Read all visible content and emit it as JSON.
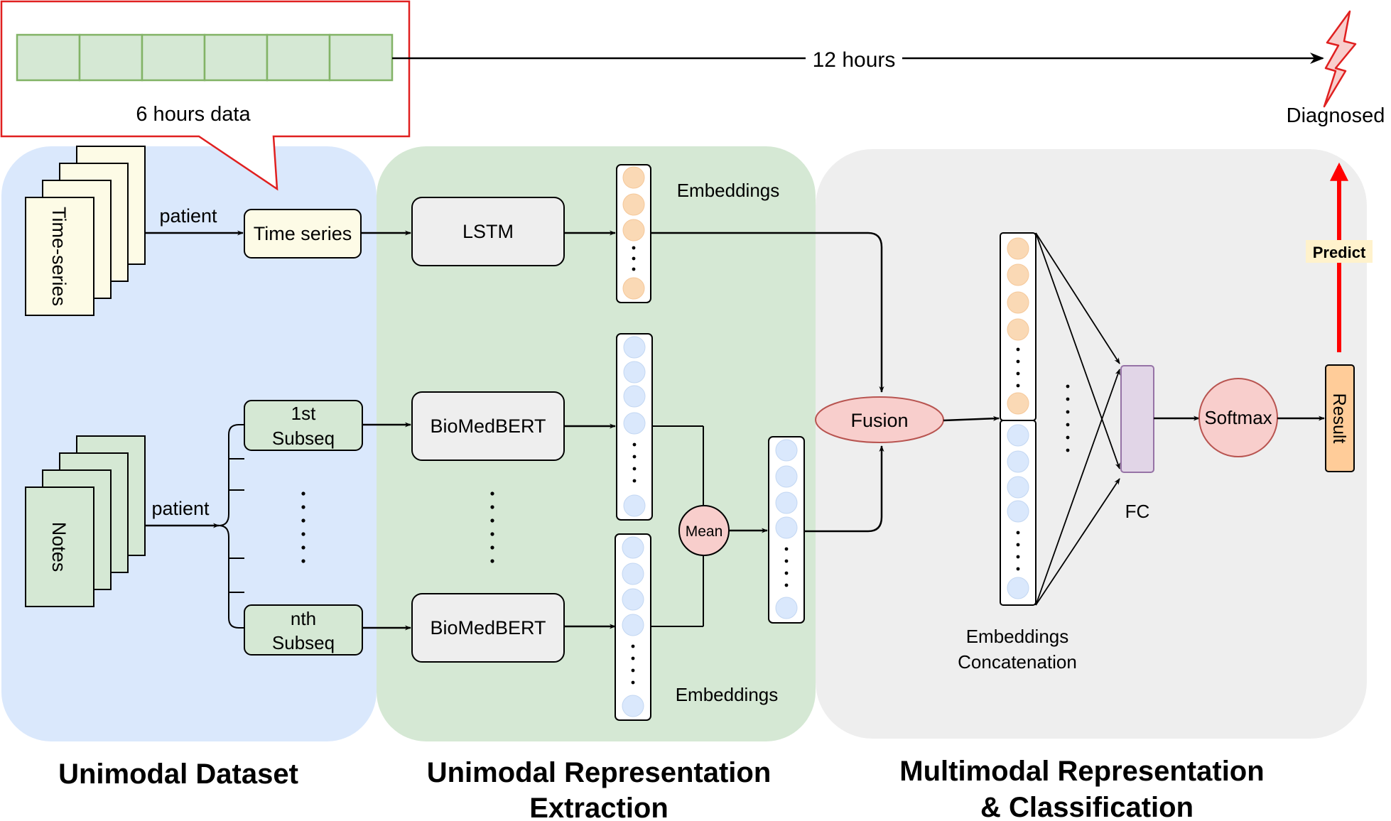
{
  "top": {
    "data_window_label": "6 hours data",
    "horizon_label": "12 hours",
    "diagnosed_label": "Diagnosed"
  },
  "dataset": {
    "time_series_doc": "Time-series",
    "notes_doc": "Notes",
    "patient_label_1": "patient",
    "patient_label_2": "patient",
    "time_series_box": "Time series",
    "first_subseq_line1": "1st",
    "first_subseq_line2": "Subseq",
    "nth_subseq_line1": "nth",
    "nth_subseq_line2": "Subseq"
  },
  "extraction": {
    "lstm": "LSTM",
    "biomedbert_1": "BioMedBERT",
    "biomedbert_2": "BioMedBERT",
    "embeddings_top": "Embeddings",
    "embeddings_bottom": "Embeddings",
    "mean": "Mean"
  },
  "multimodal": {
    "fusion": "Fusion",
    "concat_line1": "Embeddings",
    "concat_line2": "Concatenation",
    "fc": "FC",
    "softmax": "Softmax",
    "result": "Result",
    "predict": "Predict"
  },
  "sections": {
    "unimodal_dataset": "Unimodal Dataset",
    "extraction_line1": "Unimodal Representation",
    "extraction_line2": "Extraction",
    "multimodal_line1": "Multimodal Representation",
    "multimodal_line2": "& Classification"
  },
  "colors": {
    "panel_blue": "#dae8fc",
    "panel_green": "#d5e8d4",
    "panel_gray": "#eeeeee",
    "cell_green": "#d5e8d4",
    "doc_cream": "#fdfbe6",
    "node_orange": "#fad9b5",
    "node_blue": "#dae8fc",
    "node_pink": "#f8cecc",
    "fc_purple": "#e1d5e7",
    "result_orange": "#ffcc99",
    "alert_red": "#e02020",
    "predict_bg": "#fff2cc"
  }
}
